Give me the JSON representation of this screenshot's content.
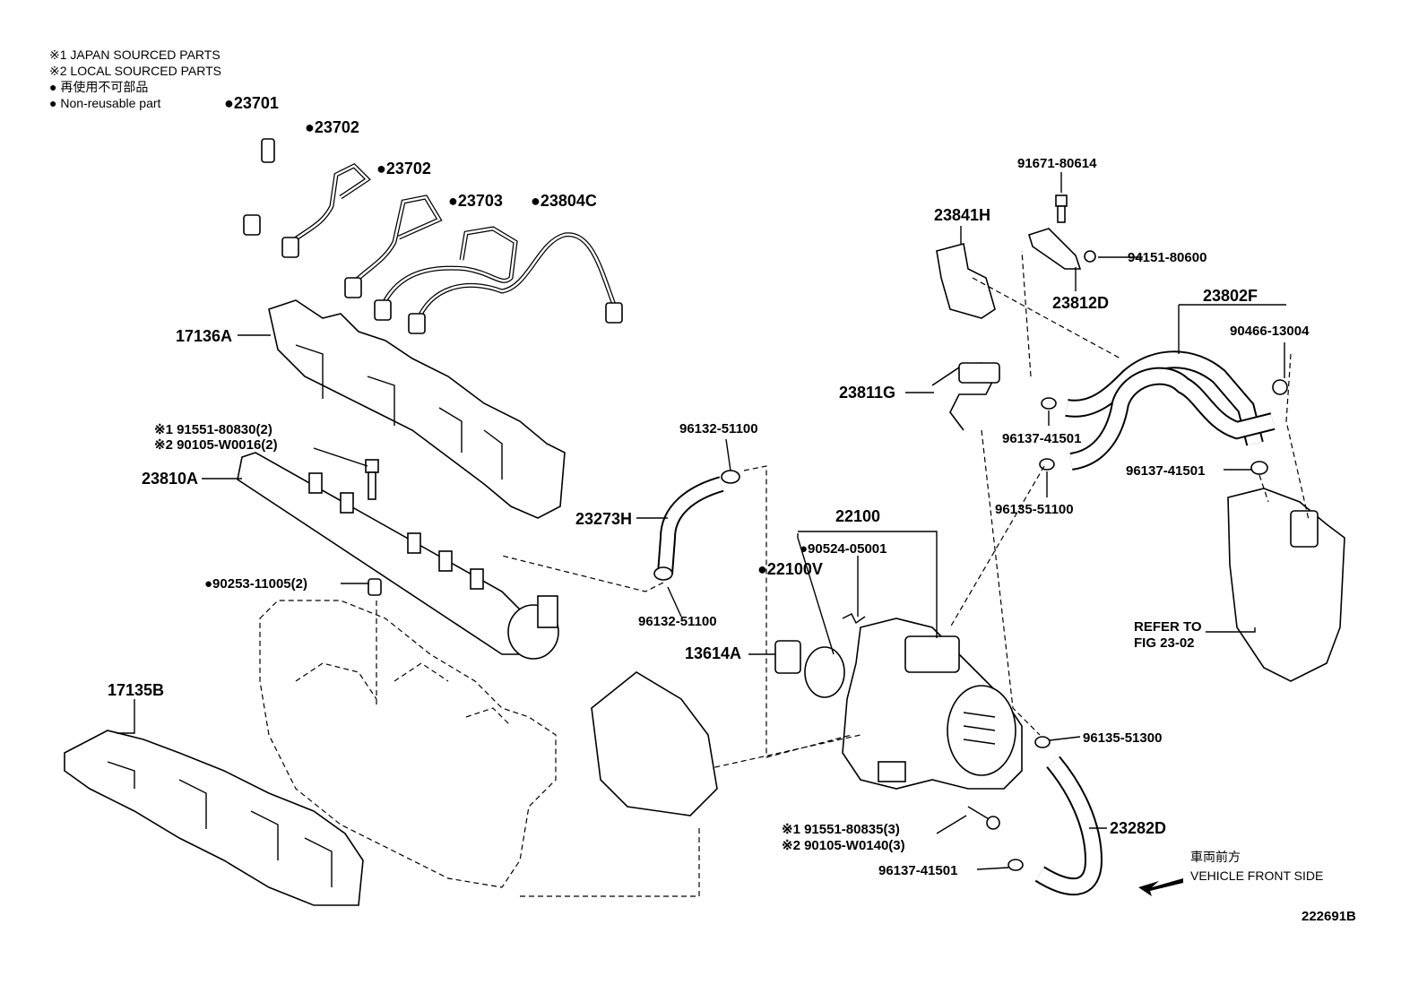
{
  "legend": {
    "line1": "※1 JAPAN SOURCED PARTS",
    "line2": "※2 LOCAL SOURCED PARTS",
    "line3": "● 再使用不可部品",
    "line4": "● Non-reusable part"
  },
  "labels": {
    "p23701": "●23701",
    "p23702a": "●23702",
    "p23702b": "●23702",
    "p23703": "●23703",
    "p23804C": "●23804C",
    "p17136A": "17136A",
    "p91551_80830": "※1 91551-80830(2)",
    "p90105_W0016": "※2 90105-W0016(2)",
    "p23810A": "23810A",
    "p90253": "●90253-11005(2)",
    "p17135B": "17135B",
    "p96132_top": "96132-51100",
    "p23273H": "23273H",
    "p96132_bot": "96132-51100",
    "p22100V": "●22100V",
    "p13614A": "13614A",
    "p22100": "22100",
    "p90524": "●90524-05001",
    "p91671": "91671-80614",
    "p23841H": "23841H",
    "p94151": "94151-80600",
    "p23812D": "23812D",
    "p23802F": "23802F",
    "p90466": "90466-13004",
    "p23811G": "23811G",
    "p96137_a": "96137-41501",
    "p96137_b": "96137-41501",
    "p96135_51100": "96135-51100",
    "p96135_51300": "96135-51300",
    "p23282D": "23282D",
    "p91551_80835": "※1 91551-80835(3)",
    "p90105_W0140": "※2 90105-W0140(3)",
    "p96137_c": "96137-41501",
    "refer1": "REFER TO",
    "refer2": "FIG 23-02",
    "front_jp": "車両前方",
    "front_en": "VEHICLE FRONT SIDE",
    "fig_id": "222691B"
  }
}
